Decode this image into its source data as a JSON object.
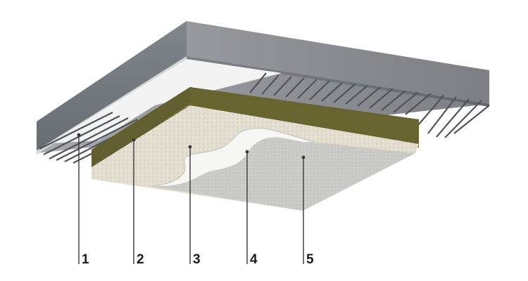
{
  "callouts": [
    {
      "label": "1"
    },
    {
      "label": "2"
    },
    {
      "label": "3"
    },
    {
      "label": "4"
    },
    {
      "label": "5"
    }
  ],
  "colors": {
    "slab_top": "#8b8f93",
    "slab_front": "#747a80",
    "steel_deck": "#5e646b",
    "film": "#f3f3f3",
    "mineral_wool_top": "#6d6a37",
    "mineral_wool_side": "#5f5b2c",
    "base_plaster": "#e4dfd1",
    "mesh_layer": "#f6f6f4",
    "finish_coat": "#c9c9c6"
  }
}
